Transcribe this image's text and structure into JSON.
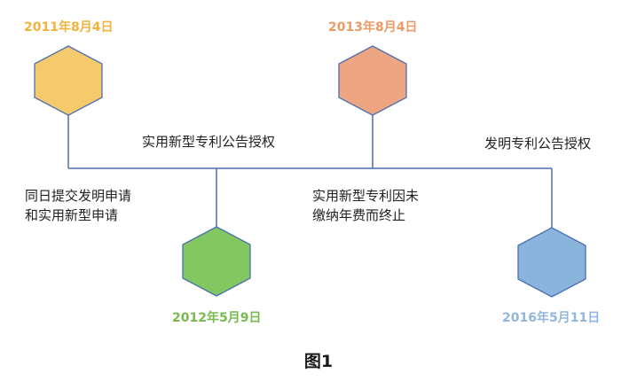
{
  "colors": {
    "line": "#4a6fb0",
    "hex_2011": "#f5ca6c",
    "hex_2011_date": "#f0b43c",
    "hex_2012": "#83c760",
    "hex_2012_date": "#77bb4f",
    "hex_2013": "#eda582",
    "hex_2013_date": "#eb9a68",
    "hex_2016": "#8ab4dc",
    "hex_2016_date": "#93b6db"
  },
  "nodes": [
    {
      "id": "2011",
      "date": "2011年8月4日",
      "icon": "hexagon-icon"
    },
    {
      "id": "2012",
      "date": "2012年5月9日",
      "icon": "hexagon-icon"
    },
    {
      "id": "2013",
      "date": "2013年8月4日",
      "icon": "hexagon-icon"
    },
    {
      "id": "2016",
      "date": "2016年5月11日",
      "icon": "hexagon-icon"
    }
  ],
  "events": {
    "filing": [
      "同日提交发明申请",
      "和实用新型申请"
    ],
    "utility_grant": "实用新型专利公告授权",
    "utility_terminated": [
      "实用新型专利因未",
      "缴纳年费而终止"
    ],
    "invention_grant": "发明专利公告授权"
  },
  "caption": "图1"
}
